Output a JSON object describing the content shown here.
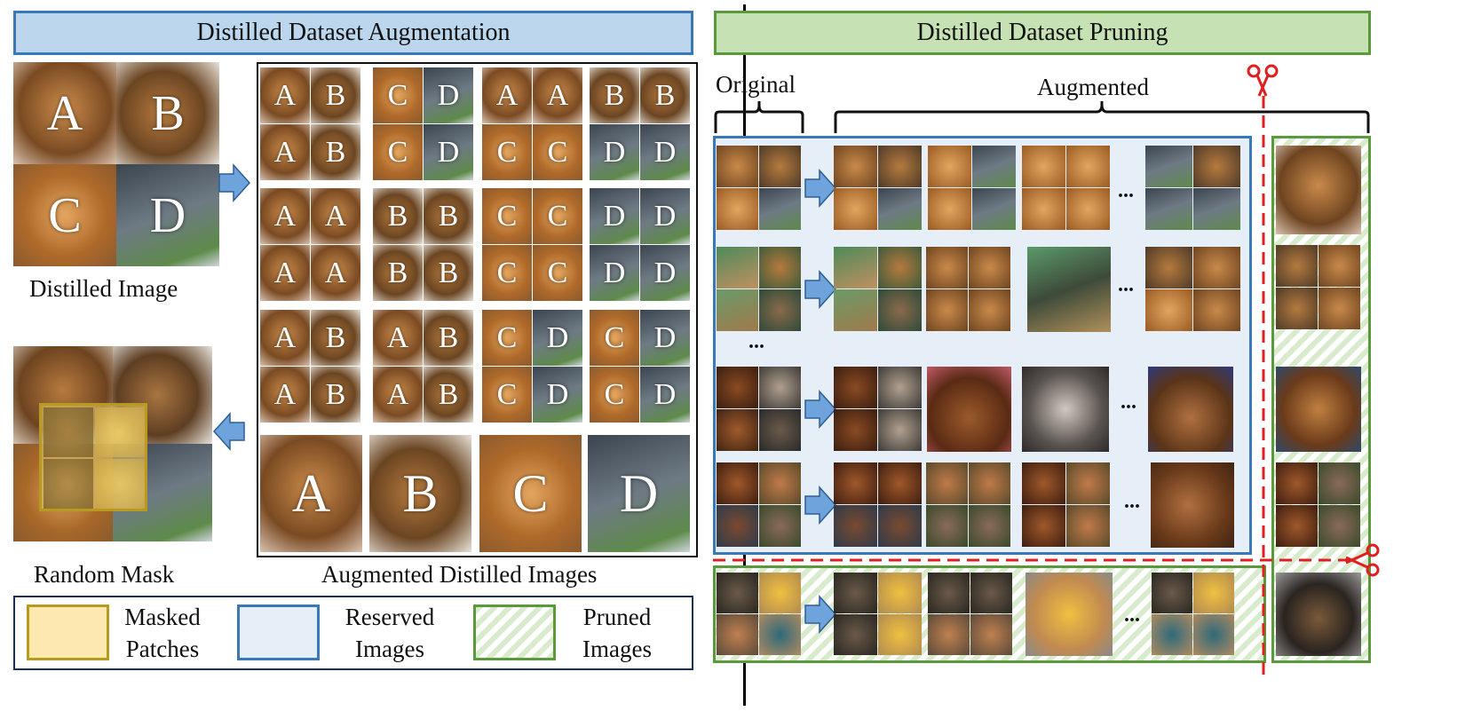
{
  "left_panel": {
    "title": "Distilled Dataset Augmentation",
    "distilled_image_caption": "Distilled Image",
    "random_mask_caption": "Random Mask",
    "augmented_caption": "Augmented Distilled Images",
    "quadrant_letters": [
      "A",
      "B",
      "C",
      "D"
    ],
    "augment_grid_letters": [
      [
        [
          "A",
          "B",
          "A",
          "B"
        ],
        [
          "C",
          "D",
          "C",
          "D"
        ],
        [
          "A",
          "A",
          "C",
          "C"
        ],
        [
          "B",
          "B",
          "D",
          "D"
        ]
      ],
      [
        [
          "A",
          "A",
          "A",
          "A"
        ],
        [
          "B",
          "B",
          "B",
          "B"
        ],
        [
          "C",
          "C",
          "C",
          "C"
        ],
        [
          "D",
          "D",
          "D",
          "D"
        ]
      ],
      [
        [
          "A",
          "B",
          "A",
          "B"
        ],
        [
          "A",
          "B",
          "A",
          "B"
        ],
        [
          "C",
          "D",
          "C",
          "D"
        ],
        [
          "C",
          "D",
          "C",
          "D"
        ]
      ]
    ],
    "large_letters": [
      "A",
      "B",
      "C",
      "D"
    ]
  },
  "right_panel": {
    "title": "Distilled Dataset Pruning",
    "original_label": "Original",
    "augmented_label": "Augmented",
    "ellipsis": "...",
    "ellipsis_vertical": "..."
  },
  "legend": {
    "items": [
      {
        "line1": "Masked",
        "line2": "Patches",
        "fill": "#fde9b0",
        "border": "#b89a1e"
      },
      {
        "line1": "Reserved",
        "line2": "Images",
        "fill": "#e6eef8",
        "border": "#3a78b8"
      },
      {
        "line1": "Pruned",
        "line2": "Images",
        "fill": "hatch-green",
        "border": "#5a9a3c"
      }
    ]
  },
  "colors": {
    "blue_header": "#bcd6ee",
    "green_header": "#c6e2b5",
    "reserved_border": "#3a78b8",
    "pruned_border": "#5a9a3c",
    "mask_border": "#b89a1e",
    "cut_line": "#e02020",
    "arrow_fill": "#6fa3dc"
  }
}
